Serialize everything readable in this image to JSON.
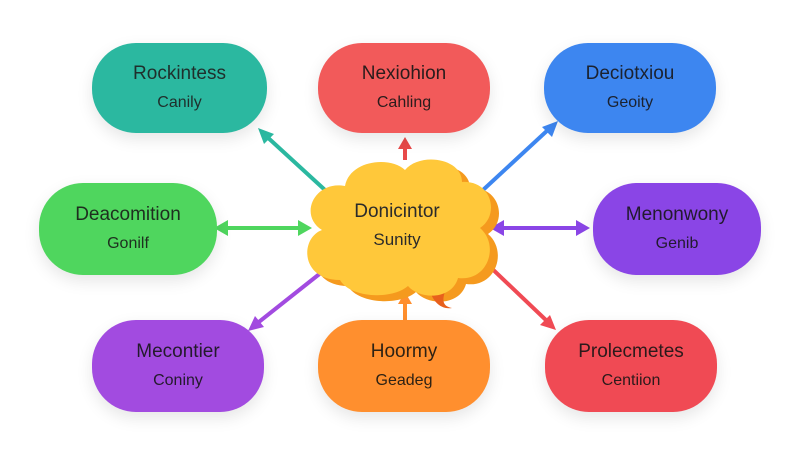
{
  "center": {
    "title": "Donicintor",
    "subtitle": "Sunity",
    "color": "#FFC83A",
    "shade_color": "#F59A1E"
  },
  "nodes": [
    {
      "id": "top-left",
      "title": "Rockintess",
      "subtitle": "Canily",
      "color": "#2BB8A0",
      "text_color": "#1f2f2c"
    },
    {
      "id": "top-center",
      "title": "Nexiohion",
      "subtitle": "Cahling",
      "color": "#F25A5A",
      "text_color": "#2a1c1c"
    },
    {
      "id": "top-right",
      "title": "Deciotxiou",
      "subtitle": "Geoity",
      "color": "#3D86F0",
      "text_color": "#1b2230"
    },
    {
      "id": "middle-left",
      "title": "Deacomition",
      "subtitle": "Gonilf",
      "color": "#4FD65E",
      "text_color": "#1e2f1f"
    },
    {
      "id": "middle-right",
      "title": "Menonwony",
      "subtitle": "Genib",
      "color": "#8A45E6",
      "text_color": "#221a2e"
    },
    {
      "id": "bottom-left",
      "title": "Mecontier",
      "subtitle": "Coniny",
      "color": "#A24BE0",
      "text_color": "#231a2c"
    },
    {
      "id": "bottom-center",
      "title": "Hoormy",
      "subtitle": "Geadeg",
      "color": "#FF8F2E",
      "text_color": "#2e2214"
    },
    {
      "id": "bottom-right",
      "title": "Prolecmetes",
      "subtitle": "Centiion",
      "color": "#F04A54",
      "text_color": "#2c1a1b"
    }
  ],
  "connector_colors": {
    "top-left": "#2BB8A0",
    "top-center": "#E84A4A",
    "top-right": "#3D86F0",
    "middle-left": "#4FD65E",
    "middle-right": "#8A45E6",
    "bottom-left": "#A24BE0",
    "bottom-center": "#FF8F2E",
    "bottom-right": "#F04A54"
  }
}
